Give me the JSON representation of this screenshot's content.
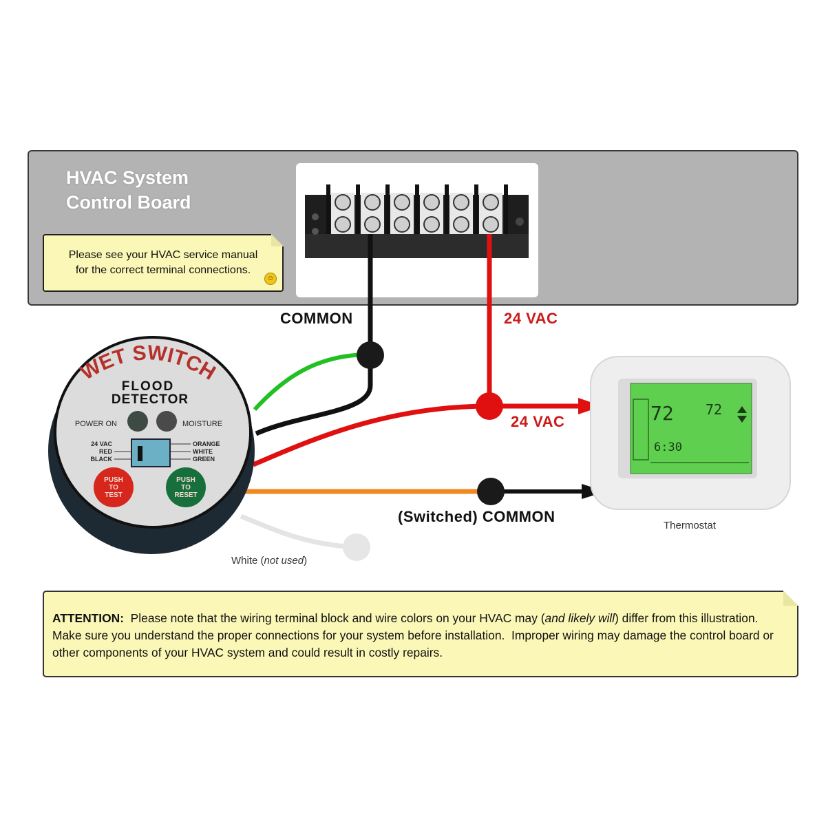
{
  "board": {
    "title_line1": "HVAC System",
    "title_line2": "Control Board",
    "note_line1": "Please see your HVAC service manual",
    "note_line2": "for the correct terminal connections.",
    "note_icon": "smiley-icon",
    "terminal_count": 6,
    "color": "#b3b3b3"
  },
  "wire_labels": {
    "common": "COMMON",
    "vac_top": "24 VAC",
    "vac_mid": "24 VAC",
    "switched_common": "(Switched) COMMON",
    "white_prefix": "White (",
    "white_italic": "not used",
    "white_suffix": ")"
  },
  "detector": {
    "brand": "WET SWITCH",
    "line1": "FLOOD",
    "line2": "DETECTOR",
    "led_power": "POWER ON",
    "led_moisture": "MOISTURE",
    "left_wires": [
      "24 VAC",
      "RED",
      "BLACK"
    ],
    "right_wires": [
      "ORANGE",
      "WHITE",
      "GREEN"
    ],
    "test_button": [
      "PUSH",
      "TO",
      "TEST"
    ],
    "reset_button": [
      "PUSH",
      "TO",
      "RESET"
    ]
  },
  "thermostat": {
    "label": "Thermostat",
    "temp_current": "72",
    "temp_set": "72",
    "time": "6:30"
  },
  "attention": {
    "heading": "ATTENTION:",
    "text_part1": "  Please note that the wiring terminal block and wire colors on your HVAC may (",
    "text_italic": "and likely will",
    "text_part2": ") differ from this illustration.  Make sure you understand the proper connections for your system before installation.  Improper wiring may damage the control board or other components of your HVAC system and could result in costly repairs."
  },
  "colors": {
    "wire_red": "#e01010",
    "wire_black": "#111111",
    "wire_green": "#22c022",
    "wire_orange": "#f08a20",
    "wire_white": "#dddddd",
    "note_yellow": "#fbf8b7",
    "lcd_green": "#5fcf4f"
  }
}
